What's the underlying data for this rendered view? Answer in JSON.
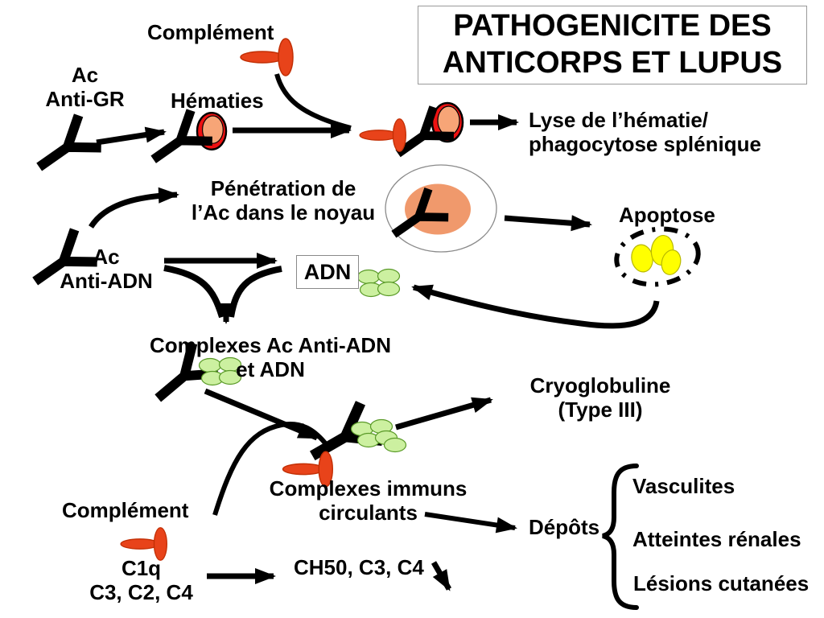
{
  "slide": {
    "title": "PATHOGENICITE DES\nANTICORPS ET LUPUS",
    "labels": {
      "complement_top": "Complément",
      "ac_anti_gr": "Ac\nAnti-GR",
      "hematies": "Hématies",
      "lyse": "Lyse de l’hématie/\nphagocytose splénique",
      "penetration": "Pénétration de\nl’Ac dans le noyau",
      "apoptose": "Apoptose",
      "ac_anti_adn": "Ac\nAnti-ADN",
      "adn": "ADN",
      "complexes_ac_adn": "Complexes Ac Anti-ADN\net ADN",
      "cryoglobuline": "Cryoglobuline\n(Type III)",
      "complexes_immuns": "Complexes immuns\ncirculants",
      "complement_bottom": "Complément",
      "c1q": "C1q\nC3, C2, C4",
      "ch50": "CH50, C3, C4",
      "depots": "Dépôts",
      "vasculites": "Vasculites",
      "atteintes_renales": "Atteintes rénales",
      "lesions_cutanees": "Lésions cutanées"
    },
    "icons": {
      "antibody": "black Y-shape antibody",
      "complement": "red-orange tack (two crossed ellipses)",
      "hematie": "red ring ellipse with salmon center",
      "cell_nucleus": "white ellipse with orange nucleus",
      "apoptotic_cell": "dashed ellipse with yellow bodies",
      "dna_fragments": "cluster of light-green ellipses",
      "brace": "right-opening curly brace",
      "arrow": "thick black arrow"
    },
    "colors": {
      "complement": "#e8431a",
      "hematie_ring": "#ee1111",
      "hematie_fill": "#f7a577",
      "nucleus": "#f0996c",
      "apoptotic_body": "#ffff00",
      "dna_fragment": "#ccf0a0",
      "ink": "#000000",
      "box_border": "#9a9a9a"
    }
  }
}
